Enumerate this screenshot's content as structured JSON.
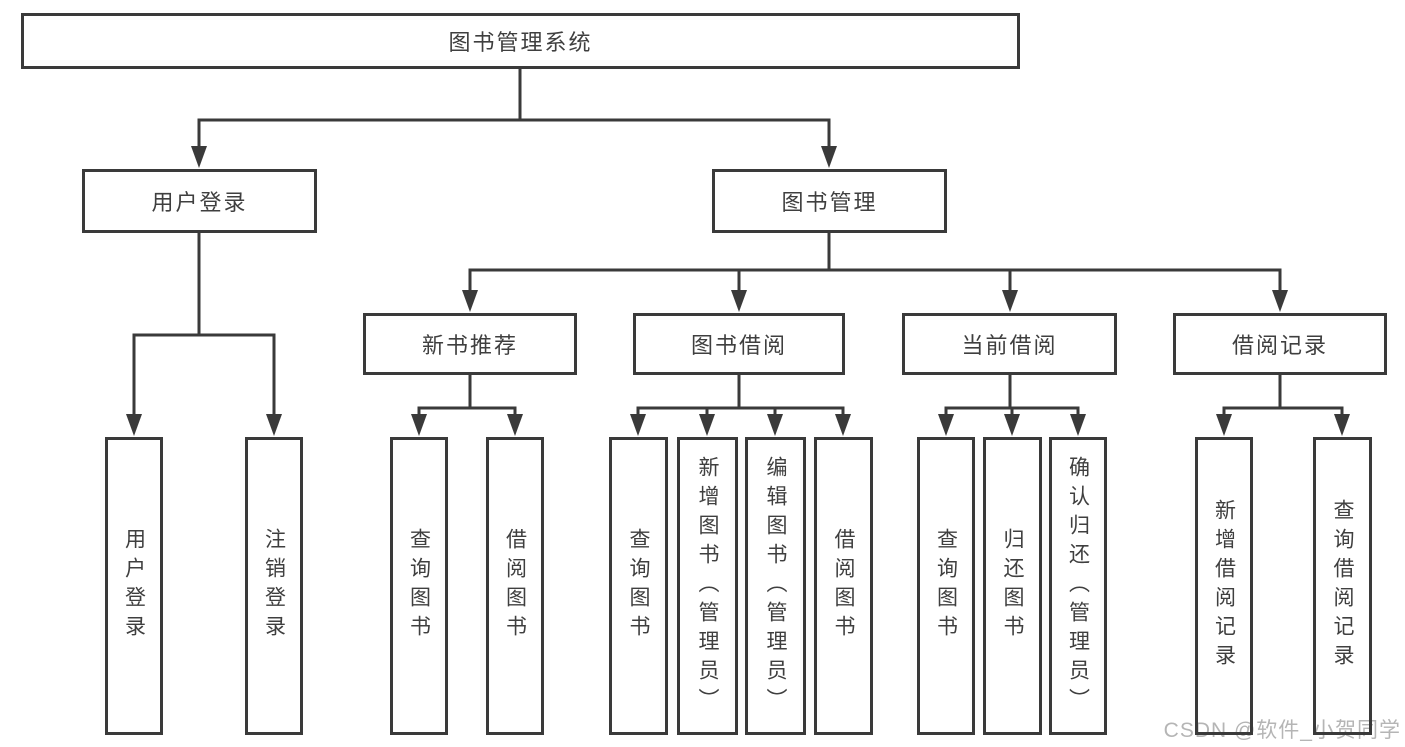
{
  "diagram": {
    "root": {
      "label": "图书管理系统"
    },
    "level2": [
      {
        "label": "用户登录"
      },
      {
        "label": "图书管理"
      }
    ],
    "level3": [
      {
        "label": "新书推荐"
      },
      {
        "label": "图书借阅"
      },
      {
        "label": "当前借阅"
      },
      {
        "label": "借阅记录"
      }
    ],
    "leaves": [
      {
        "parent": "用户登录",
        "label": "用户登录"
      },
      {
        "parent": "用户登录",
        "label": "注销登录"
      },
      {
        "parent": "新书推荐",
        "label": "查询图书"
      },
      {
        "parent": "新书推荐",
        "label": "借阅图书"
      },
      {
        "parent": "图书借阅",
        "label": "查询图书"
      },
      {
        "parent": "图书借阅",
        "label": "新增图书（管理员）"
      },
      {
        "parent": "图书借阅",
        "label": "编辑图书（管理员）"
      },
      {
        "parent": "图书借阅",
        "label": "借阅图书"
      },
      {
        "parent": "当前借阅",
        "label": "查询图书"
      },
      {
        "parent": "当前借阅",
        "label": "归还图书"
      },
      {
        "parent": "当前借阅",
        "label": "确认归还（管理员）"
      },
      {
        "parent": "借阅记录",
        "label": "新增借阅记录"
      },
      {
        "parent": "借阅记录",
        "label": "查询借阅记录"
      }
    ],
    "colors": {
      "line": "#3a3a3a",
      "text": "#3f3f3f",
      "watermark": "#b5b5b5",
      "background": "#ffffff"
    },
    "watermark": "CSDN @软件_小贺同学"
  }
}
